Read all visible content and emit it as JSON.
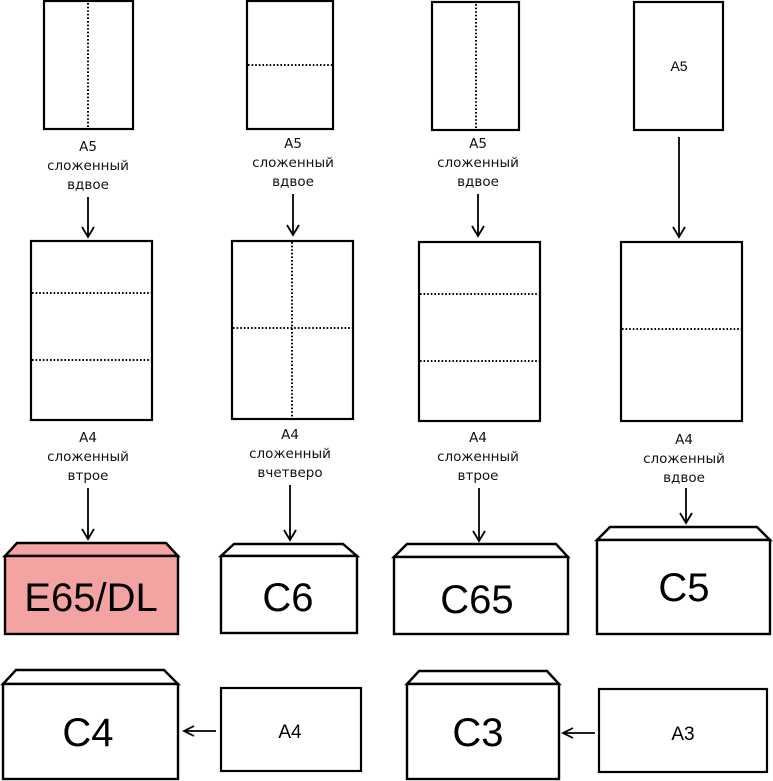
{
  "columns": [
    {
      "top_sheet": {
        "label": "",
        "fold": "vertical-half"
      },
      "top_caption": [
        "A5",
        "сложенный",
        "вдвое"
      ],
      "mid_sheet": {
        "fold": "horizontal-thirds"
      },
      "mid_caption": [
        "A4",
        "сложенный",
        "втрое"
      ],
      "envelope": {
        "label": "E65/DL",
        "fill": "#f4a3a3",
        "highlighted": true
      }
    },
    {
      "top_sheet": {
        "label": "",
        "fold": "horizontal-half"
      },
      "top_caption": [
        "A5",
        "сложенный",
        "вдвое"
      ],
      "mid_sheet": {
        "fold": "quarters"
      },
      "mid_caption": [
        "A4",
        "сложенный",
        "вчетверо"
      ],
      "envelope": {
        "label": "C6",
        "fill": "#ffffff",
        "highlighted": false
      }
    },
    {
      "top_sheet": {
        "label": "",
        "fold": "vertical-half"
      },
      "top_caption": [
        "A5",
        "сложенный",
        "вдвое"
      ],
      "mid_sheet": {
        "fold": "horizontal-thirds"
      },
      "mid_caption": [
        "A4",
        "сложенный",
        "втрое"
      ],
      "envelope": {
        "label": "C65",
        "fill": "#ffffff",
        "highlighted": false
      }
    },
    {
      "top_sheet": {
        "label": "A5",
        "fold": "none"
      },
      "top_caption": [],
      "mid_sheet": {
        "fold": "horizontal-half"
      },
      "mid_caption": [
        "A4",
        "сложенный",
        "вдвое"
      ],
      "envelope": {
        "label": "C5",
        "fill": "#ffffff",
        "highlighted": false
      }
    }
  ],
  "bottom_row": [
    {
      "envelope": "C4",
      "sheet": "A4"
    },
    {
      "envelope": "C3",
      "sheet": "A3"
    }
  ],
  "colors": {
    "highlight": "#f4a3a3",
    "stroke": "#000000",
    "background": "#ffffff"
  }
}
